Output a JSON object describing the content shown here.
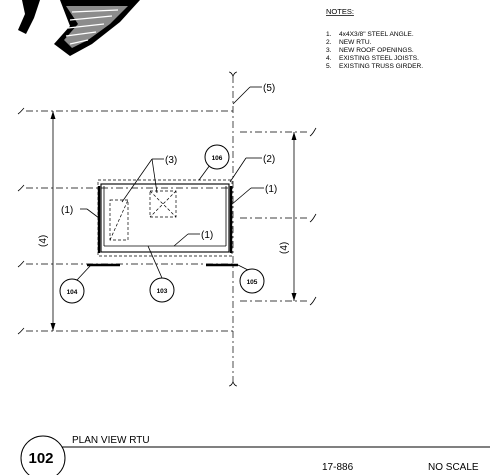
{
  "notes": {
    "heading": "NOTES:",
    "items": [
      {
        "num": "1.",
        "text": "4x4X3/8\" STEEL ANGLE."
      },
      {
        "num": "2.",
        "text": "NEW RTU."
      },
      {
        "num": "3.",
        "text": "NEW ROOF OPENINGS."
      },
      {
        "num": "4.",
        "text": "EXISTING STEEL JOISTS."
      },
      {
        "num": "5.",
        "text": "EXISTING TRUSS GIRDER."
      }
    ]
  },
  "callouts": {
    "c5": "(5)",
    "c3": "(3)",
    "c2": "(2)",
    "c1_left": "(1)",
    "c1_right": "(1)",
    "c1_bottom": "(1)",
    "c4_left": "(4)",
    "c4_right": "(4)"
  },
  "tags": {
    "t106": "106",
    "t104": "104",
    "t103": "103",
    "t105": "105"
  },
  "title_block": {
    "detail_number": "102",
    "title": "PLAN VIEW RTU",
    "project_number": "17-886",
    "scale": "NO SCALE"
  }
}
